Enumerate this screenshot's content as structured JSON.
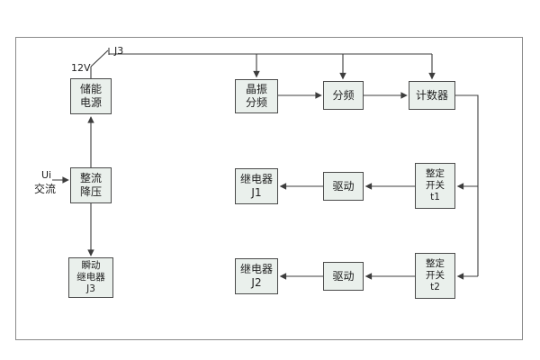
{
  "diagram": {
    "type": "block-diagram",
    "labels": {
      "switch_contact": "J3",
      "supply_voltage": "12V",
      "input_signal": "Ui",
      "input_type": "交流"
    },
    "nodes": {
      "storage_power": {
        "lines": [
          "储能",
          "电源"
        ]
      },
      "rectifier_stepdown": {
        "lines": [
          "整流",
          "降压"
        ]
      },
      "instant_relay_j3": {
        "lines": [
          "瞬动",
          "继电器",
          "J3"
        ]
      },
      "crystal_divider": {
        "lines": [
          "晶振",
          "分频"
        ]
      },
      "frequency_divider": {
        "lines": [
          "分频"
        ]
      },
      "counter": {
        "lines": [
          "计数器"
        ]
      },
      "relay_j1": {
        "lines": [
          "继电器",
          "J1"
        ]
      },
      "driver_1": {
        "lines": [
          "驱动"
        ]
      },
      "setting_switch_t1": {
        "lines": [
          "整定",
          "开关",
          "t1"
        ]
      },
      "relay_j2": {
        "lines": [
          "继电器",
          "J2"
        ]
      },
      "driver_2": {
        "lines": [
          "驱动"
        ]
      },
      "setting_switch_t2": {
        "lines": [
          "整定",
          "开关",
          "t2"
        ]
      }
    },
    "edges": [
      {
        "from": "input_ac",
        "to": "rectifier_stepdown"
      },
      {
        "from": "rectifier_stepdown",
        "to": "storage_power"
      },
      {
        "from": "rectifier_stepdown",
        "to": "instant_relay_j3"
      },
      {
        "from": "storage_power",
        "to": "supply_rail_12v",
        "via": "switch_j3"
      },
      {
        "from": "supply_rail_12v",
        "to": "crystal_divider"
      },
      {
        "from": "supply_rail_12v",
        "to": "frequency_divider"
      },
      {
        "from": "supply_rail_12v",
        "to": "counter"
      },
      {
        "from": "crystal_divider",
        "to": "frequency_divider"
      },
      {
        "from": "frequency_divider",
        "to": "counter"
      },
      {
        "from": "counter",
        "to": "setting_switch_t1"
      },
      {
        "from": "counter",
        "to": "setting_switch_t2"
      },
      {
        "from": "setting_switch_t1",
        "to": "driver_1"
      },
      {
        "from": "driver_1",
        "to": "relay_j1"
      },
      {
        "from": "setting_switch_t2",
        "to": "driver_2"
      },
      {
        "from": "driver_2",
        "to": "relay_j2"
      }
    ],
    "colors": {
      "background": "#ffffff",
      "frame_border": "#8a8a8a",
      "box_fill": "#eaf0ec",
      "box_border": "#4a4a4a",
      "line": "#3d3d3d",
      "text": "#1f1f1f"
    }
  }
}
